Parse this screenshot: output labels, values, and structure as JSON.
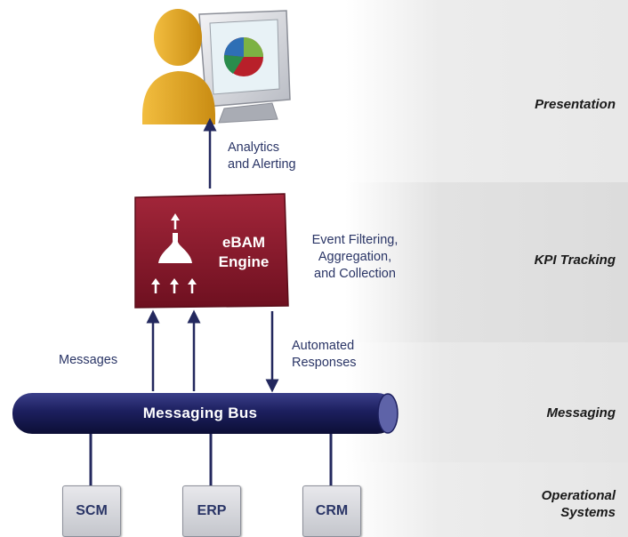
{
  "layers": [
    {
      "id": "presentation",
      "label": "Presentation"
    },
    {
      "id": "kpi",
      "label": "KPI Tracking"
    },
    {
      "id": "messaging",
      "label": "Messaging"
    },
    {
      "id": "operational",
      "label": "Operational Systems"
    }
  ],
  "engine": {
    "line1": "eBAM",
    "line2": "Engine",
    "color": "#8b1a2b"
  },
  "captions": {
    "analytics_line1": "Analytics",
    "analytics_line2": "and Alerting",
    "filtering_line1": "Event Filtering,",
    "filtering_line2": "Aggregation,",
    "filtering_line3": "and Collection",
    "messages": "Messages",
    "automated_line1": "Automated",
    "automated_line2": "Responses"
  },
  "bus": {
    "label": "Messaging Bus",
    "color": "#1c1f5e"
  },
  "systems": [
    {
      "label": "SCM"
    },
    {
      "label": "ERP"
    },
    {
      "label": "CRM"
    }
  ],
  "icons": {
    "user": "user-at-monitor-icon",
    "chart": "pie-chart-icon",
    "engine": "funnel-icon"
  },
  "colors": {
    "arrow": "#23285e",
    "caption": "#2a3566",
    "person": "#e0a526"
  }
}
